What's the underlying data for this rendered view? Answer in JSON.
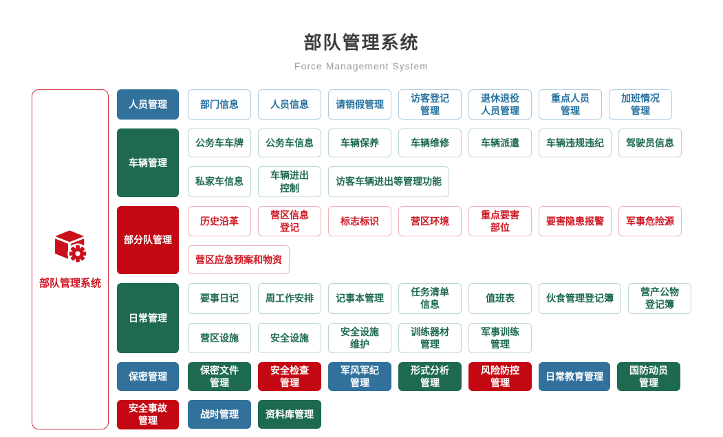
{
  "header": {
    "title": "部队管理系统",
    "subtitle": "Force Management System"
  },
  "root": {
    "label": "部队管理系统",
    "icon": "cube-gear-icon"
  },
  "colors": {
    "blue": "#31719c",
    "green": "#1e6a50",
    "red": "#c40813",
    "outline_blue_border": "#aecbdf",
    "outline_green_border": "#b9d6ca",
    "outline_red_border": "#f0b2b6",
    "root_border": "#d32f3a"
  },
  "groups": [
    {
      "category": {
        "label": "人员管理",
        "color": "blue",
        "type": "solid"
      },
      "rows": [
        [
          {
            "label": "部门信息",
            "type": "outline",
            "color": "blue"
          },
          {
            "label": "人员信息",
            "type": "outline",
            "color": "blue"
          },
          {
            "label": "请销假管理",
            "type": "outline",
            "color": "blue"
          },
          {
            "label": "访客登记\n管理",
            "type": "outline",
            "color": "blue"
          },
          {
            "label": "退休退役\n人员管理",
            "type": "outline",
            "color": "blue"
          },
          {
            "label": "重点人员\n管理",
            "type": "outline",
            "color": "blue"
          },
          {
            "label": "加班情况\n管理",
            "type": "outline",
            "color": "blue"
          }
        ]
      ]
    },
    {
      "category": {
        "label": "车辆管理",
        "color": "green",
        "type": "solid"
      },
      "rows": [
        [
          {
            "label": "公务车车牌",
            "type": "outline",
            "color": "green"
          },
          {
            "label": "公务车信息",
            "type": "outline",
            "color": "green"
          },
          {
            "label": "车辆保养",
            "type": "outline",
            "color": "green"
          },
          {
            "label": "车辆维修",
            "type": "outline",
            "color": "green"
          },
          {
            "label": "车辆派遣",
            "type": "outline",
            "color": "green"
          },
          {
            "label": "车辆违规违纪",
            "type": "outline",
            "color": "green"
          },
          {
            "label": "驾驶员信息",
            "type": "outline",
            "color": "green"
          }
        ],
        [
          {
            "label": "私家车信息",
            "type": "outline",
            "color": "green"
          },
          {
            "label": "车辆进出\n控制",
            "type": "outline",
            "color": "green"
          },
          {
            "label": "访客车辆进出等管理功能",
            "type": "outline",
            "color": "green"
          }
        ]
      ]
    },
    {
      "category": {
        "label": "部分队管理",
        "color": "red",
        "type": "solid"
      },
      "rows": [
        [
          {
            "label": "历史沿革",
            "type": "outline",
            "color": "red"
          },
          {
            "label": "营区信息\n登记",
            "type": "outline",
            "color": "red"
          },
          {
            "label": "标志标识",
            "type": "outline",
            "color": "red"
          },
          {
            "label": "营区环境",
            "type": "outline",
            "color": "red"
          },
          {
            "label": "重点要害\n部位",
            "type": "outline",
            "color": "red"
          },
          {
            "label": "要害隐患报警",
            "type": "outline",
            "color": "red"
          },
          {
            "label": "军事危险源",
            "type": "outline",
            "color": "red"
          }
        ],
        [
          {
            "label": "营区应急预案和物资",
            "type": "outline",
            "color": "red"
          }
        ]
      ]
    },
    {
      "category": {
        "label": "日常管理",
        "color": "green",
        "type": "solid"
      },
      "rows": [
        [
          {
            "label": "要事日记",
            "type": "outline",
            "color": "green"
          },
          {
            "label": "周工作安排",
            "type": "outline",
            "color": "green"
          },
          {
            "label": "记事本管理",
            "type": "outline",
            "color": "green"
          },
          {
            "label": "任务清单\n信息",
            "type": "outline",
            "color": "green"
          },
          {
            "label": "值班表",
            "type": "outline",
            "color": "green"
          },
          {
            "label": "伙食管理登记簿",
            "type": "outline",
            "color": "green"
          },
          {
            "label": "营产公物\n登记簿",
            "type": "outline",
            "color": "green"
          }
        ],
        [
          {
            "label": "营区设施",
            "type": "outline",
            "color": "green"
          },
          {
            "label": "安全设施",
            "type": "outline",
            "color": "green"
          },
          {
            "label": "安全设施\n维护",
            "type": "outline",
            "color": "green"
          },
          {
            "label": "训练器材\n管理",
            "type": "outline",
            "color": "green"
          },
          {
            "label": "军事训练\n管理",
            "type": "outline",
            "color": "green"
          }
        ]
      ]
    },
    {
      "category": {
        "label": "保密管理",
        "color": "blue",
        "type": "solid"
      },
      "rows": [
        [
          {
            "label": "保密文件\n管理",
            "type": "solid",
            "color": "green"
          },
          {
            "label": "安全检查\n管理",
            "type": "solid",
            "color": "red"
          },
          {
            "label": "军风军纪\n管理",
            "type": "solid",
            "color": "blue"
          },
          {
            "label": "形式分析\n管理",
            "type": "solid",
            "color": "green"
          },
          {
            "label": "风险防控\n管理",
            "type": "solid",
            "color": "red"
          },
          {
            "label": "日常教育管理",
            "type": "solid",
            "color": "blue"
          },
          {
            "label": "国防动员\n管理",
            "type": "solid",
            "color": "green"
          }
        ]
      ]
    },
    {
      "category": {
        "label": "安全事故\n管理",
        "color": "red",
        "type": "solid"
      },
      "rows": [
        [
          {
            "label": "战时管理",
            "type": "solid",
            "color": "blue"
          },
          {
            "label": "资料库管理",
            "type": "solid",
            "color": "green"
          }
        ]
      ]
    }
  ]
}
